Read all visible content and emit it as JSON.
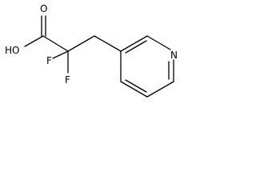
{
  "molecule": {
    "atoms": {
      "carbonyl_oxygen": "O",
      "hydroxyl": "HO",
      "fluorine_left": "F",
      "fluorine_bottom": "F",
      "ring_nitrogen": "N"
    }
  }
}
